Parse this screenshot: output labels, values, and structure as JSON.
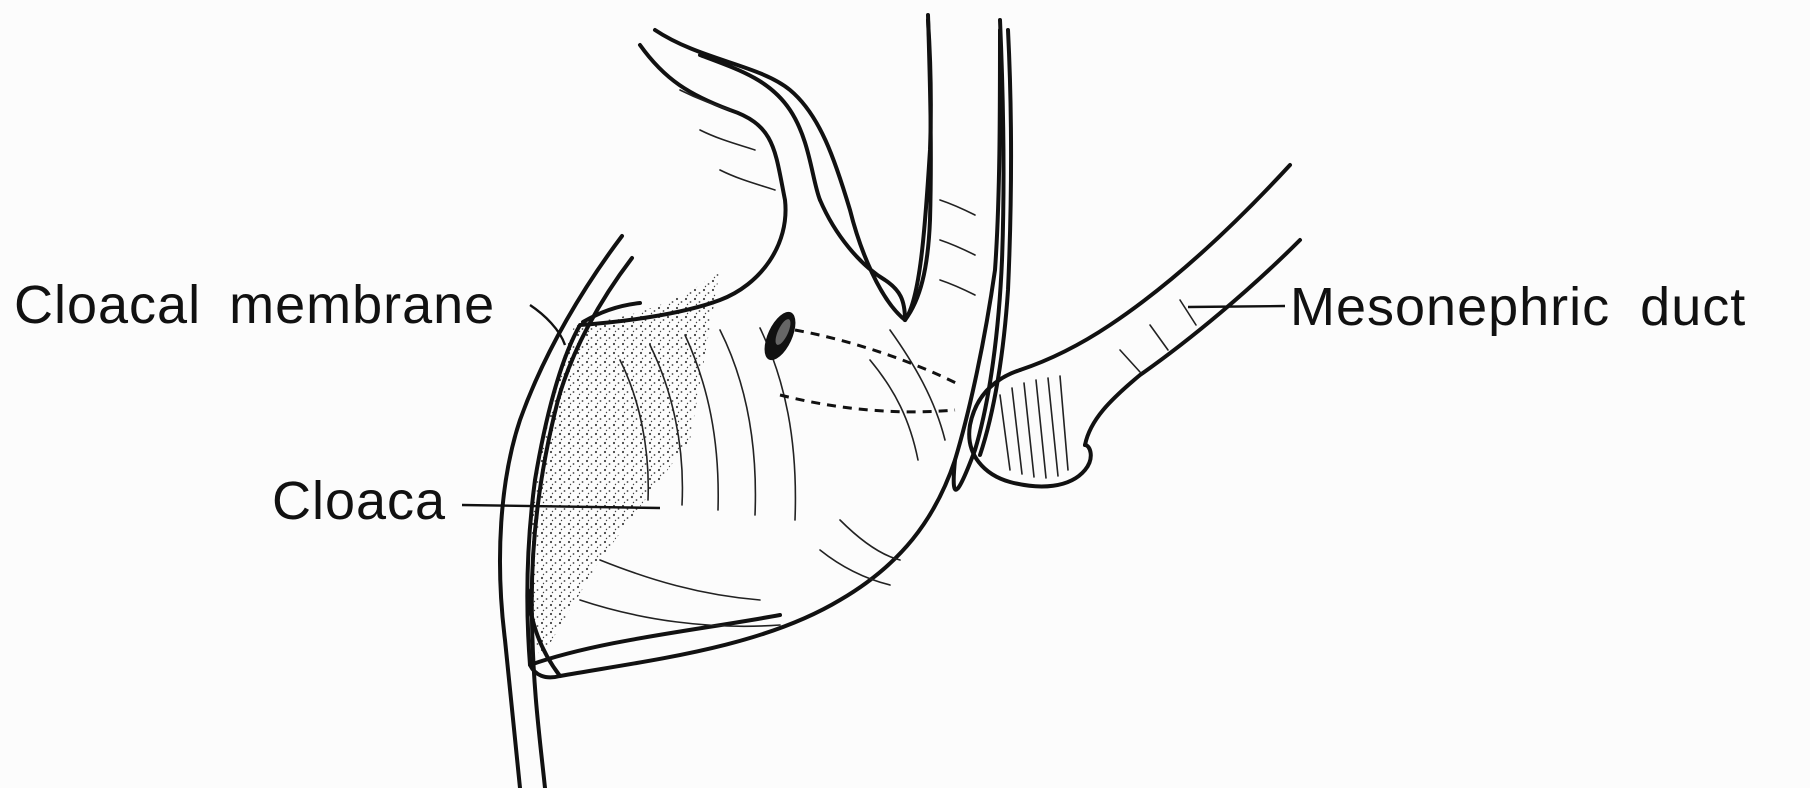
{
  "figure": {
    "labels": {
      "cloacal_membrane": "Cloacal membrane",
      "cloaca": "Cloaca",
      "mesonephric_duct": "Mesonephric duct"
    },
    "colors": {
      "ink": "#111111",
      "paper": "#fcfcfc"
    }
  }
}
